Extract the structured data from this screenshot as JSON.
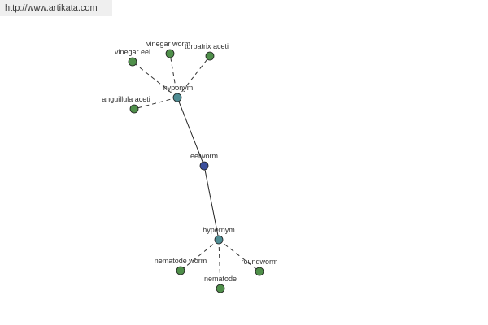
{
  "source": {
    "url": "http://www.artikata.com"
  },
  "graph": {
    "colors": {
      "center": "#3b4f9c",
      "relation": "#4f8d94",
      "leaf": "#4f8f4a",
      "edge": "#222222",
      "dashed_edge": "#333333"
    },
    "center": {
      "id": "center",
      "label": "eelworm"
    },
    "relations": [
      {
        "id": "hyponym",
        "label": "hyponym"
      },
      {
        "id": "hypernym",
        "label": "hypernym"
      }
    ],
    "leaves": [
      {
        "id": "vinegar-eel",
        "label": "vinegar eel",
        "parent": "hyponym"
      },
      {
        "id": "vinegar-worm",
        "label": "vinegar worm",
        "parent": "hyponym"
      },
      {
        "id": "turbatrix-aceti",
        "label": "turbatrix aceti",
        "parent": "hyponym"
      },
      {
        "id": "anguillula-aceti",
        "label": "anguillula aceti",
        "parent": "hyponym"
      },
      {
        "id": "nematode-worm",
        "label": "nematode worm",
        "parent": "hypernym"
      },
      {
        "id": "nematode",
        "label": "nematode",
        "parent": "hypernym"
      },
      {
        "id": "roundworm",
        "label": "roundworm",
        "parent": "hypernym"
      }
    ]
  }
}
